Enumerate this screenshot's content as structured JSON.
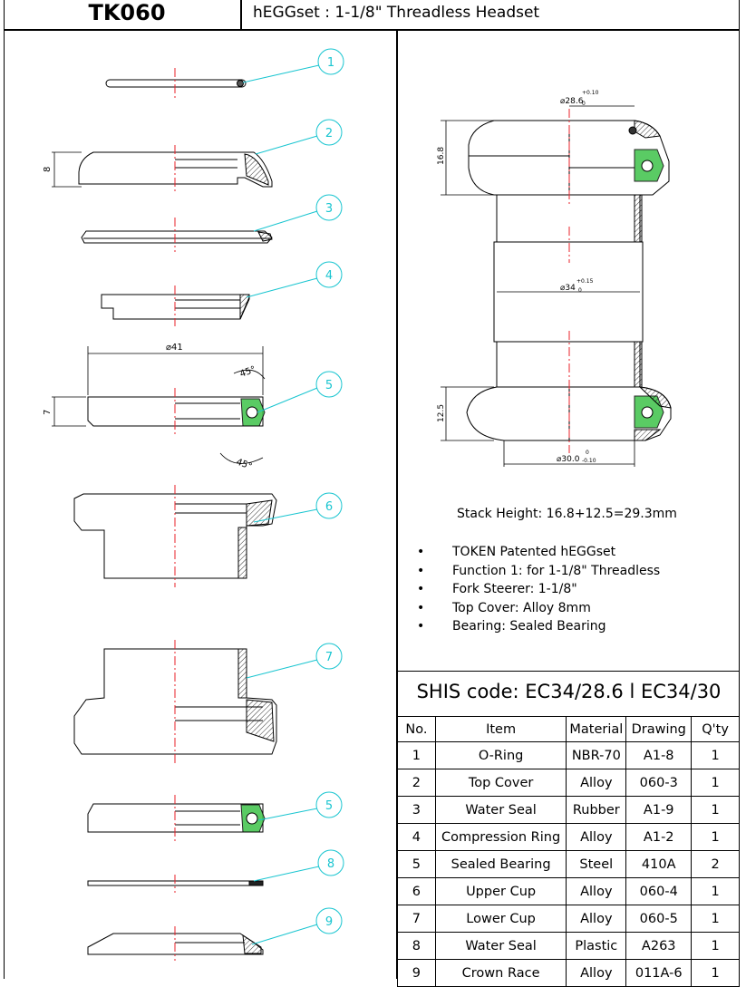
{
  "header": {
    "code": "TK060",
    "title": "hEGGset : 1-1/8\" Threadless Headset"
  },
  "exploded_view": {
    "callouts": [
      "1",
      "2",
      "3",
      "4",
      "5",
      "6",
      "7",
      "5",
      "8",
      "9"
    ],
    "dimensions": {
      "top_cover_height": "8",
      "bearing_diameter": "⌀41",
      "bearing_height": "7",
      "angle_top": "45°",
      "angle_bottom": "45°"
    }
  },
  "assembly_view": {
    "dimensions": {
      "stack_top": "16.8",
      "stack_bottom": "12.5",
      "steerer_diameter": "⌀28.6",
      "steerer_tol_plus": "+0.10",
      "steerer_tol_minus": "0",
      "cup_diameter": "⌀34",
      "cup_tol_plus": "+0.15",
      "cup_tol_minus": "0",
      "crown_diameter": "⌀30.0",
      "crown_tol_plus": "0",
      "crown_tol_minus": "-0.10"
    }
  },
  "stack_height": "Stack Height: 16.8+12.5=29.3mm",
  "features": [
    "TOKEN Patented hEGGset",
    "Function 1: for 1-1/8\" Threadless",
    "Fork Steerer: 1-1/8\"",
    "Top Cover: Alloy 8mm",
    "Bearing: Sealed Bearing"
  ],
  "shis_code": "SHIS code: EC34/28.6 l EC34/30",
  "parts_table": {
    "headers": [
      "No.",
      "Item",
      "Material",
      "Drawing",
      "Q'ty"
    ],
    "rows": [
      [
        "1",
        "O-Ring",
        "NBR-70",
        "A1-8",
        "1"
      ],
      [
        "2",
        "Top Cover",
        "Alloy",
        "060-3",
        "1"
      ],
      [
        "3",
        "Water Seal",
        "Rubber",
        "A1-9",
        "1"
      ],
      [
        "4",
        "Compression Ring",
        "Alloy",
        "A1-2",
        "1"
      ],
      [
        "5",
        "Sealed Bearing",
        "Steel",
        "410A",
        "2"
      ],
      [
        "6",
        "Upper Cup",
        "Alloy",
        "060-4",
        "1"
      ],
      [
        "7",
        "Lower Cup",
        "Alloy",
        "060-5",
        "1"
      ],
      [
        "8",
        "Water Seal",
        "Plastic",
        "A263",
        "1"
      ],
      [
        "9",
        "Crown Race",
        "Alloy",
        "011A-6",
        "1"
      ]
    ]
  },
  "colors": {
    "callout": "#19c5d0",
    "centerline": "#e8202a",
    "bearing": "#3ec24a",
    "line": "#000000"
  }
}
